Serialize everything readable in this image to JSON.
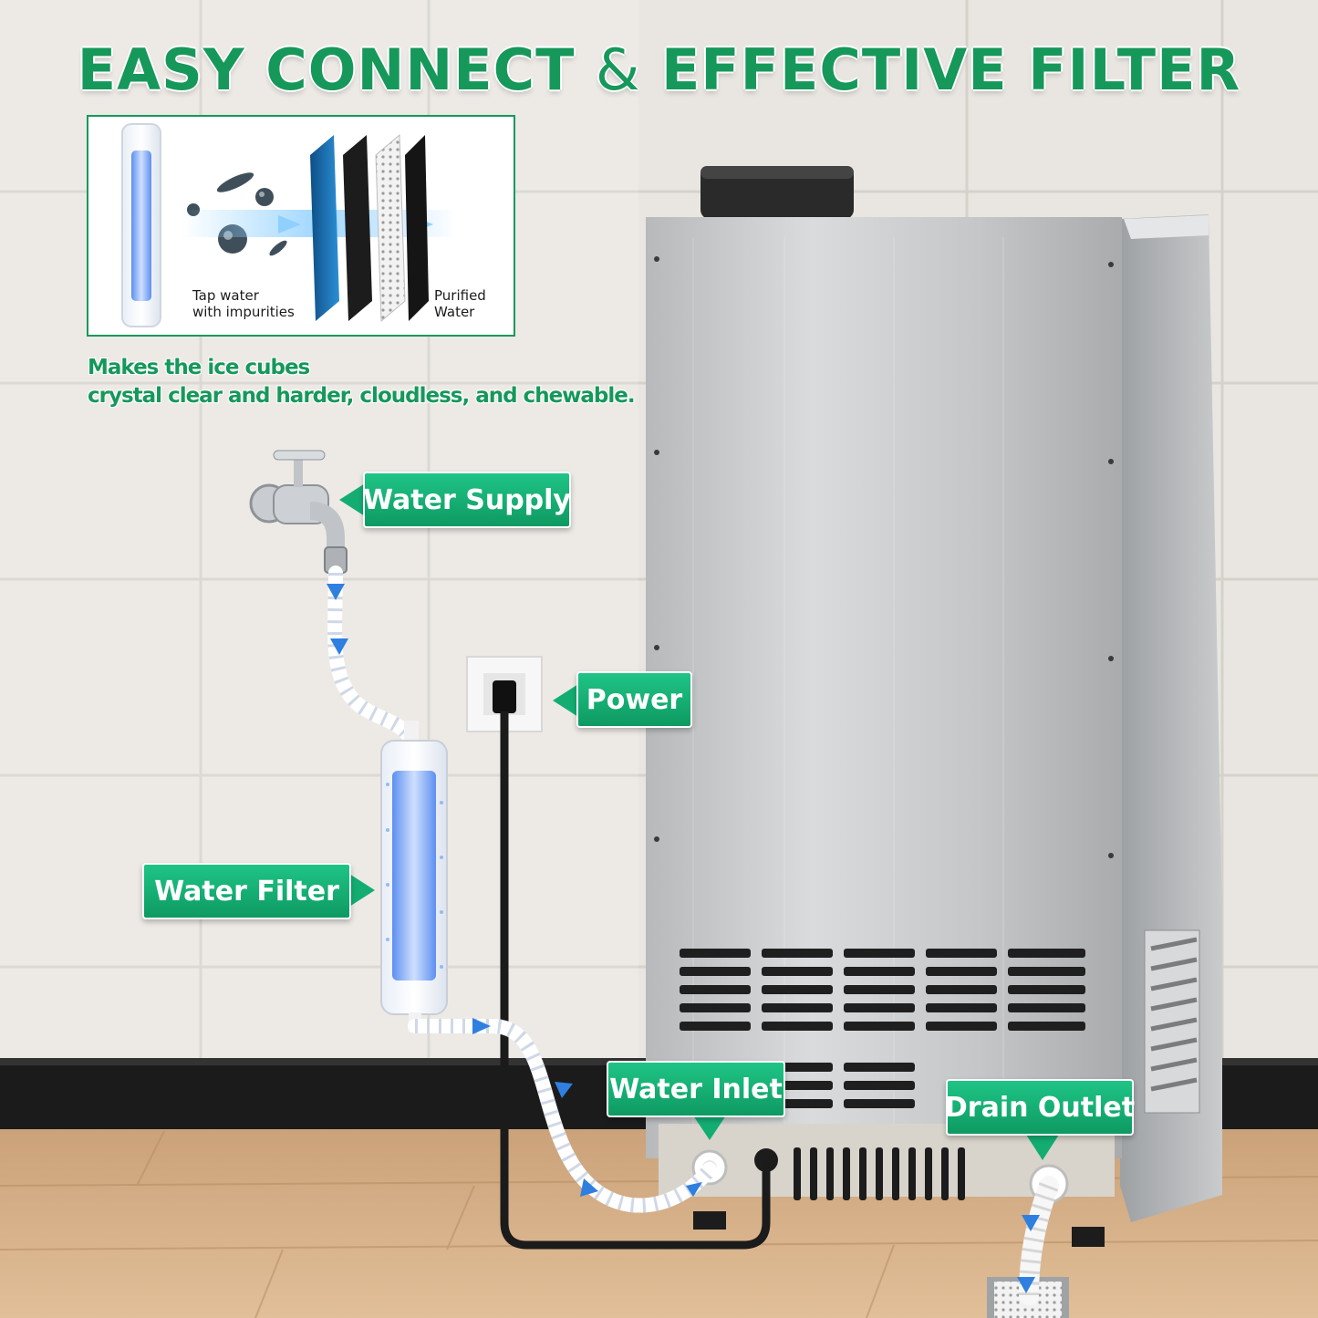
{
  "title": {
    "part1": "EASY CONNECT",
    "amp": "&",
    "part2": "EFFECTIVE FILTER"
  },
  "filter_diagram": {
    "input_label_line1": "Tap water",
    "input_label_line2": "with impurities",
    "output_label_line1": "Purified",
    "output_label_line2": "Water"
  },
  "tagline": {
    "line1": "Makes the ice cubes",
    "line2": "crystal clear and harder, cloudless, and chewable."
  },
  "callouts": {
    "water_supply": "Water Supply",
    "power": "Power",
    "water_filter": "Water Filter",
    "water_inlet": "Water Inlet",
    "drain_outlet": "Drain Outlet"
  },
  "colors": {
    "brand_green": "#16985a",
    "callout_green": "#13ad72",
    "water_blue": "#2f7fe0"
  }
}
